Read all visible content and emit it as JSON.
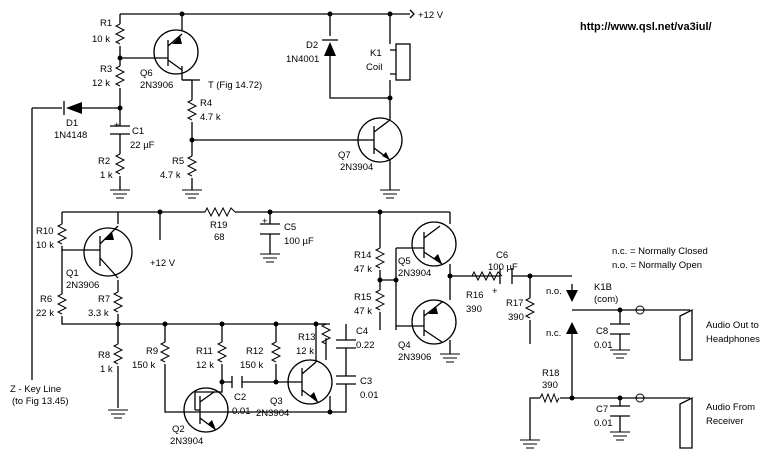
{
  "header": {
    "url": "http://www.qsl.net/va3iul/"
  },
  "rails": {
    "vcc_top": "+12 V",
    "vcc_mid": "+12 V"
  },
  "notes": {
    "nc": "n.c. = Normally Closed",
    "no": "n.o. = Normally Open"
  },
  "resistors": {
    "r1": {
      "ref": "R1",
      "val": "10 k"
    },
    "r2": {
      "ref": "R2",
      "val": "1 k"
    },
    "r3": {
      "ref": "R3",
      "val": "12 k"
    },
    "r4": {
      "ref": "R4",
      "val": "4.7 k"
    },
    "r5": {
      "ref": "R5",
      "val": "4.7 k"
    },
    "r6": {
      "ref": "R6",
      "val": "22 k"
    },
    "r7": {
      "ref": "R7",
      "val": "3.3 k"
    },
    "r8": {
      "ref": "R8",
      "val": "1 k"
    },
    "r9": {
      "ref": "R9",
      "val": "150 k"
    },
    "r10": {
      "ref": "R10",
      "val": "10 k"
    },
    "r11": {
      "ref": "R11",
      "val": "12 k"
    },
    "r12": {
      "ref": "R12",
      "val": "150 k"
    },
    "r13": {
      "ref": "R13",
      "val": "12 k"
    },
    "r14": {
      "ref": "R14",
      "val": "47 k"
    },
    "r15": {
      "ref": "R15",
      "val": "47 k"
    },
    "r16": {
      "ref": "R16",
      "val": "390"
    },
    "r17": {
      "ref": "R17",
      "val": "390"
    },
    "r18": {
      "ref": "R18",
      "val": "390"
    },
    "r19": {
      "ref": "R19",
      "val": "68"
    }
  },
  "capacitors": {
    "c1": {
      "ref": "C1",
      "val": "22 µF"
    },
    "c2": {
      "ref": "C2",
      "val": "0.01"
    },
    "c3": {
      "ref": "C3",
      "val": "0.01"
    },
    "c4": {
      "ref": "C4",
      "val": "0.22"
    },
    "c5": {
      "ref": "C5",
      "val": "100 µF"
    },
    "c6": {
      "ref": "C6",
      "val": "100 µF"
    },
    "c7": {
      "ref": "C7",
      "val": "0.01"
    },
    "c8": {
      "ref": "C8",
      "val": "0.01"
    }
  },
  "transistors": {
    "q1": {
      "ref": "Q1",
      "part": "2N3906"
    },
    "q2": {
      "ref": "Q2",
      "part": "2N3904"
    },
    "q3": {
      "ref": "Q3",
      "part": "2N3904"
    },
    "q4": {
      "ref": "Q4",
      "part": "2N3906"
    },
    "q5": {
      "ref": "Q5",
      "part": "2N3904"
    },
    "q6": {
      "ref": "Q6",
      "part": "2N3906"
    },
    "q7": {
      "ref": "Q7",
      "part": "2N3904"
    }
  },
  "diodes": {
    "d1": {
      "ref": "D1",
      "part": "1N4148"
    },
    "d2": {
      "ref": "D2",
      "part": "1N4001"
    }
  },
  "relay": {
    "k1_ref": "K1",
    "k1_label": "Coil",
    "k1b_ref": "K1B",
    "k1b_com": "(com)",
    "no": "n.o.",
    "nc": "n.c."
  },
  "connections": {
    "t_label": "T (Fig 14.72)",
    "zkey_1": "Z - Key Line",
    "zkey_2": "(to Fig 13.45)",
    "audio_out_1": "Audio Out to",
    "audio_out_2": "Headphones",
    "audio_in_1": "Audio From",
    "audio_in_2": "Receiver"
  }
}
